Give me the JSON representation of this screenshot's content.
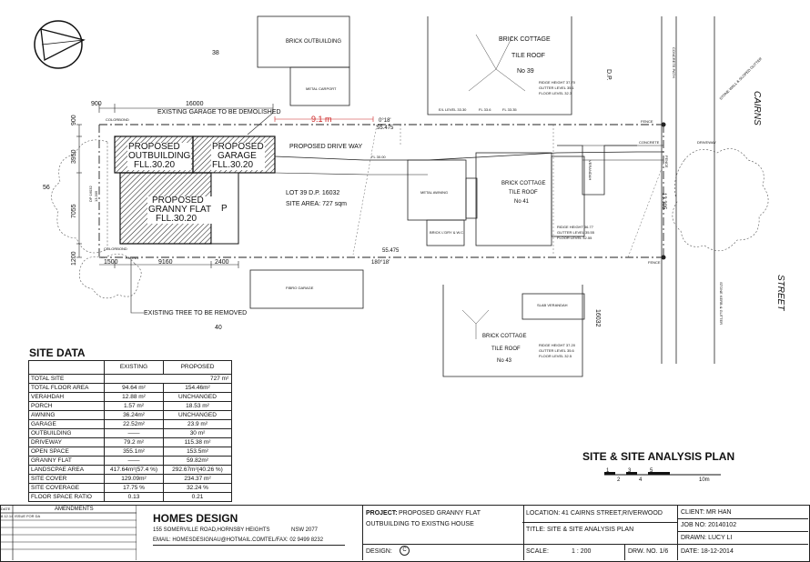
{
  "plan_title": "SITE & SITE ANALYSIS PLAN",
  "scale_bar": {
    "ticks": [
      "1",
      "2",
      "3",
      "4",
      "5"
    ],
    "end_label": "10m"
  },
  "streets": {
    "cairns": "CAIRNS",
    "street": "STREET",
    "dp": "D.P."
  },
  "lots": {
    "north": "38",
    "south": "40",
    "west": "56"
  },
  "neighbours": {
    "north_outbuilding": "BRICK OUTBUILDING",
    "north_carport": "METAL CARPORT",
    "n39_title": "BRICK COTTAGE",
    "n39_roof": "TILE ROOF",
    "n39_no": "No 39",
    "n39_heights": [
      "RIDGE HEIGHT 37.70",
      "GUTTER LEVEL 35.1",
      "FLOOR LEVEL 32.3"
    ],
    "n39_levels": [
      "E/L LEVEL 33.30",
      "FL 33.6",
      "FL 33.35"
    ],
    "n43_title": "BRICK COTTAGE",
    "n43_roof": "TILE ROOF",
    "n43_no": "No 43",
    "n43_verandah": "SLAB VERANDAH",
    "n43_heights": [
      "RIDGE HEIGHT 37.20",
      "GUTTER LEVEL 35.6",
      "FLOOR LEVEL 32.5"
    ],
    "fibro_garage": "FIBRO GARAGE"
  },
  "site": {
    "lot": "LOT 39     D.P. 16032",
    "area": "SITE AREA: 727 sqm",
    "cottage_title": "BRICK COTTAGE",
    "cottage_roof": "TILE ROOF",
    "cottage_no": "No  41",
    "cottage_heights": [
      "RIDGE HEIGHT 36.77",
      "GUTTER LEVEL 35.55",
      "FLOOR LEVEL 32.55"
    ],
    "metal_awning": "METAL AWNING",
    "brick_laundry": "BRICK L'DRY & W.C.",
    "verandah": "VERANDAH",
    "concrete": "CONCRETE",
    "driveway": "DRIVEWAY",
    "fence_n": "FENCE",
    "fence_s": "FENCE",
    "fence_e": "FENCE",
    "colorbond_n": "COLORBOND",
    "colorbond_s": "COLORBOND",
    "paling": "PALING",
    "concrete_path": "CONCRETE PATH",
    "stone_wall": "STONE WALL & SLOPED GUTTER",
    "stone_kerb": "STONE KERB & GUTTER",
    "demolish": "EXISTING GARAGE TO BE DEMOLISHED",
    "tree_removed": "EXISTING TREE TO BE REMOVED",
    "drive_way": "PROPOSED DRIVE WAY",
    "fl_mark": "FL 30.00"
  },
  "proposed": {
    "outbuilding": [
      "PROPOSED",
      "OUTBUILDING",
      "FLL.30.20"
    ],
    "garage": [
      "PROPOSED",
      "GARAGE",
      "FLL.30.20"
    ],
    "granny": [
      "PROPOSED",
      "GRANNY FLAT",
      "FLL.30.20"
    ],
    "parking": "P"
  },
  "dimensions": {
    "d900_top": "900",
    "d16000": "16000",
    "d9_1m": "9.1 m",
    "d900_left": "900",
    "d3950": "3950",
    "d7055": "7055",
    "d1200": "1200",
    "d1500": "1500",
    "d9160": "9160",
    "d2400": "2400",
    "d13_305_w": "13.305",
    "d13_305_e": "13.305",
    "d_west_dp": "DP 16032",
    "d16032": "16032",
    "bearing_n": "0°18'",
    "len_n": "55.475",
    "bearing_s": "180°18'",
    "len_s": "55.475"
  },
  "site_data": {
    "title": "SITE DATA",
    "col_existing": "EXISTING",
    "col_proposed": "PROPOSED",
    "total_site": {
      "label": "TOTAL SITE",
      "value": "727",
      "unit": "m²"
    },
    "rows": [
      {
        "label": "TOTAL FLOOR AREA",
        "existing": "94.64  m²",
        "proposed": "154.46m²"
      },
      {
        "label": "VERAHDAH",
        "existing": "12.88  m²",
        "proposed": "UNCHANGED"
      },
      {
        "label": "PORCH",
        "existing": "1.57   m²",
        "proposed": "18.53  m²"
      },
      {
        "label": "AWNING",
        "existing": "36.24m²",
        "proposed": "UNCHANGED"
      },
      {
        "label": "GARAGE",
        "existing": "22.52m²",
        "proposed": "23.9    m²"
      },
      {
        "label": "OUTBUILDING",
        "existing": "——",
        "proposed": "30    m²"
      },
      {
        "label": "DRIVEWAY",
        "existing": "79.2  m²",
        "proposed": "115.38 m²"
      },
      {
        "label": "OPEN SPACE",
        "existing": "355.1m²",
        "proposed": "153.5m²"
      },
      {
        "label": "GRANNY FLAT",
        "existing": "——",
        "proposed": "59.82m²"
      },
      {
        "label": "LANDSCPAE AREA",
        "existing": "417.64m²(57.4 %)",
        "proposed": "292.67m²(40.26 %)"
      },
      {
        "label": "SITE COVER",
        "existing": "129.09m²",
        "proposed": "234.37  m²"
      },
      {
        "label": "SITE COVERAGE",
        "existing": "17.75  %",
        "proposed": "32.24    %"
      },
      {
        "label": "FLOOR SPACE RATIO",
        "existing": "0.13",
        "proposed": "0.21"
      }
    ]
  },
  "title_block": {
    "date_header": "DATE",
    "amendments_header": "AMENDMENTS",
    "amend_date": "8.12.14",
    "amend_text": "ISSUE FOR DA",
    "company": "HOMES DESIGN",
    "address": "155 SOMERVILLE ROAD,HORNSBY HEIGHTS",
    "postcode": "NSW 2077",
    "email": "EMAIL: HOMESDESIGNAU@HOTMAIL.COM",
    "tel": "TEL/FAX:   02 9499 8232",
    "project_label": "PROJECT:",
    "project_1": "PROPOSED GRANNY FLAT",
    "project_2": "OUTBUILDING TO EXISTNG HOUSE",
    "design_label": "DESIGN:",
    "design_mark": "C",
    "location": "LOCATION:  41 CAIRNS STREET,RIVERWOOD",
    "title": "TITLE:  SITE & SITE ANALYSIS PLAN",
    "scale": "SCALE:",
    "scale_value": "1 : 200",
    "drw_no": "DRW. NO.  1/6",
    "client": "CLIENT:  MR HAN",
    "job_no": "JOB NO:  20140102",
    "drawn": "DRAWN:   LUCY LI",
    "date": "DATE:     18-12-2014"
  }
}
